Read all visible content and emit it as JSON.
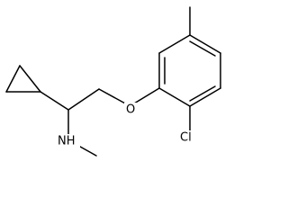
{
  "structure": {
    "labels": {
      "oxygen": "O",
      "nitrogen_amine": "NH",
      "chlorine": "Cl"
    }
  }
}
